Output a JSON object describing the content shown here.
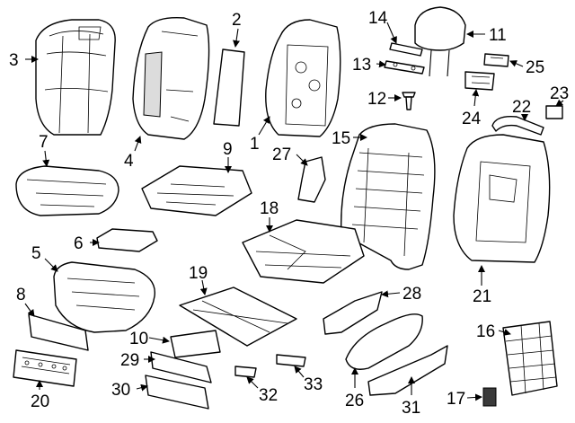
{
  "diagram": {
    "callouts": [
      "1",
      "2",
      "3",
      "4",
      "5",
      "6",
      "7",
      "8",
      "9",
      "10",
      "11",
      "12",
      "13",
      "14",
      "15",
      "16",
      "17",
      "18",
      "19",
      "20",
      "21",
      "22",
      "23",
      "24",
      "25",
      "26",
      "27",
      "28",
      "29",
      "30",
      "31",
      "32",
      "33"
    ]
  }
}
